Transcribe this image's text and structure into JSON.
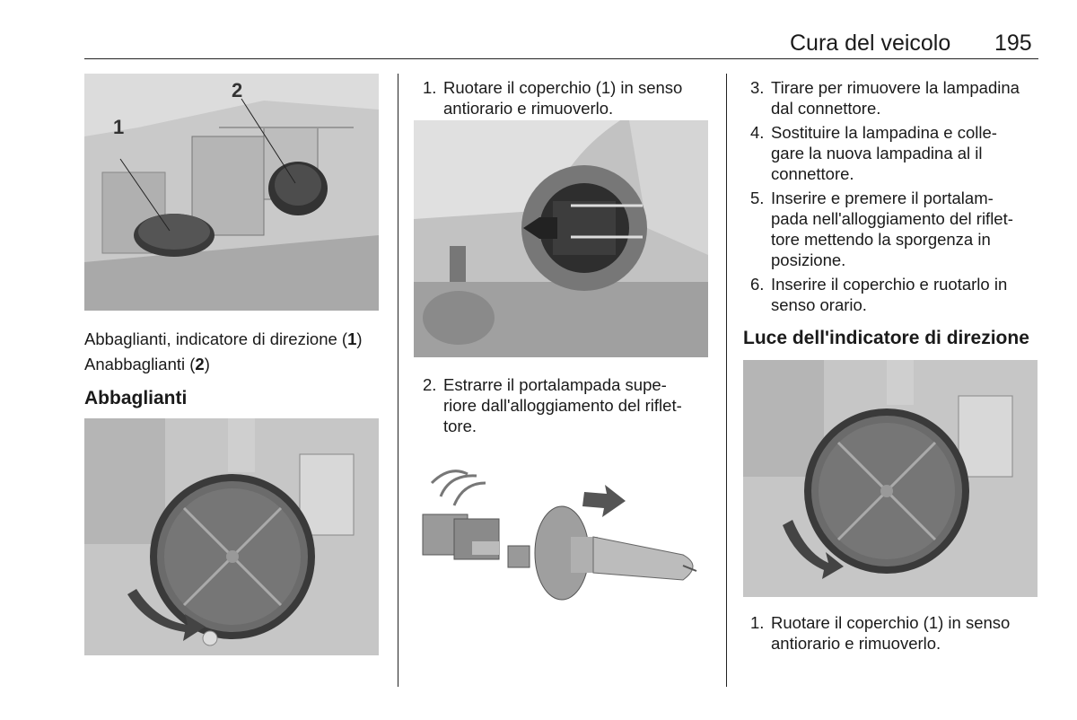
{
  "header": {
    "title": "Cura del veicolo",
    "page_number": "195"
  },
  "figure1": {
    "label_1": "1",
    "label_2": "2"
  },
  "caption": {
    "line1_text": "Abbaglianti, indicatore di direzione (",
    "line1_bold": "1",
    "line1_end": ")",
    "line2_text": "Anabbaglianti (",
    "line2_bold": "2",
    "line2_end": ")"
  },
  "heading_abbaglianti": "Abbaglianti",
  "column2": {
    "step1": {
      "num": "1.",
      "lines": [
        "Ruotare il coperchio (1) in senso",
        "antiorario e rimuoverlo."
      ]
    },
    "step2": {
      "num": "2.",
      "lines": [
        "Estrarre il portalampada supe-",
        "riore dall'alloggiamento del riflet-",
        "tore."
      ]
    }
  },
  "column3": {
    "step3": {
      "num": "3.",
      "lines": [
        "Tirare per rimuovere la lampadina",
        "dal connettore."
      ]
    },
    "step4": {
      "num": "4.",
      "lines": [
        "Sostituire la lampadina e colle-",
        "gare la nuova lampadina al il",
        "connettore."
      ]
    },
    "step5": {
      "num": "5.",
      "lines": [
        "Inserire e premere il portalam-",
        "pada nell'alloggiamento del riflet-",
        "tore mettendo la sporgenza in",
        "posizione."
      ]
    },
    "step6": {
      "num": "6.",
      "lines": [
        "Inserire il coperchio e ruotarlo in",
        "senso orario."
      ]
    },
    "heading": "Luce dell'indicatore di direzione",
    "step1b": {
      "num": "1.",
      "lines": [
        "Ruotare il coperchio (1) in senso",
        "antiorario e rimuoverlo."
      ]
    }
  }
}
